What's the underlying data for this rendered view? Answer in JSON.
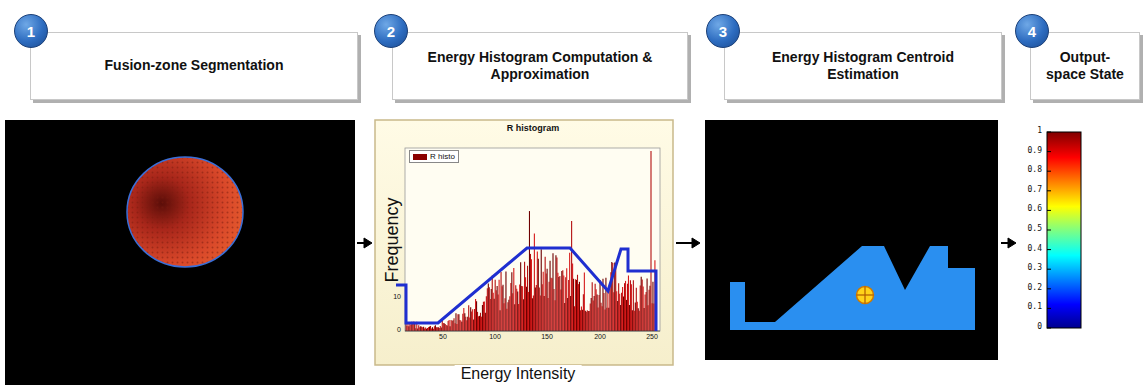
{
  "diagram": {
    "nodes": [
      {
        "text": [
          "1"
        ]
      },
      {
        "text": [
          "Fusion-zone Segmentation"
        ]
      },
      {
        "text": [
          "2"
        ]
      },
      {
        "text": [
          "Energy Histogram Computation & Approximation"
        ]
      },
      {
        "text": [
          "3"
        ]
      },
      {
        "text": [
          "Energy Histogram Centroid Estimation"
        ]
      },
      {
        "text": [
          "4"
        ]
      },
      {
        "text": [
          "Output-space State"
        ]
      }
    ],
    "labels": [
      "R histogram",
      "Frequency",
      "Energy Intensity",
      "50",
      "100",
      "150",
      "200",
      "250",
      "10",
      "0",
      "1",
      "0.9",
      "0.8",
      "0.7",
      "0.6",
      "0.5",
      "0.4",
      "0.3",
      "0.2",
      "0.1",
      "0"
    ],
    "legend": [
      {
        "text": "R histo",
        "color": "#8b0000"
      }
    ]
  }
}
